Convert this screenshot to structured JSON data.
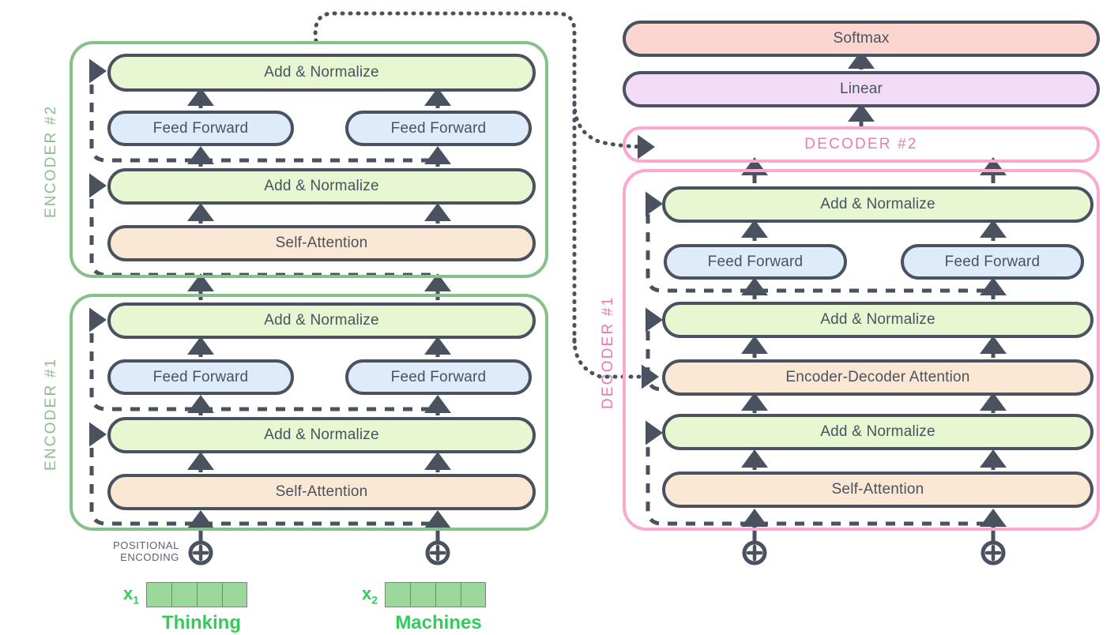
{
  "diagram": {
    "title": "Transformer encoder-decoder architecture",
    "colors": {
      "add_norm_fill": "#e6f7d2",
      "feed_forward_fill": "#ddebfa",
      "attention_fill": "#fbe8d4",
      "softmax_fill": "#fbd6d1",
      "linear_fill": "#f2dcf7",
      "encoder_frame": "#86c18c",
      "decoder_frame": "#fba8d0",
      "decoder_label": "#e87bb0",
      "block_border": "#4a5260",
      "embedding_green": "#33cc5a",
      "embedding_cell": "#9ad99a"
    }
  },
  "encoder_stack": {
    "groups": [
      {
        "label": "ENCODER #2",
        "blocks": [
          {
            "name": "add-normalize",
            "label": "Add & Normalize",
            "kind": "addnorm"
          },
          {
            "name": "feed-forward-left",
            "label": "Feed Forward",
            "kind": "ff"
          },
          {
            "name": "feed-forward-right",
            "label": "Feed Forward",
            "kind": "ff"
          },
          {
            "name": "add-normalize",
            "label": "Add & Normalize",
            "kind": "addnorm"
          },
          {
            "name": "self-attention",
            "label": "Self-Attention",
            "kind": "attn"
          }
        ]
      },
      {
        "label": "ENCODER #1",
        "blocks": [
          {
            "name": "add-normalize",
            "label": "Add & Normalize",
            "kind": "addnorm"
          },
          {
            "name": "feed-forward-left",
            "label": "Feed Forward",
            "kind": "ff"
          },
          {
            "name": "feed-forward-right",
            "label": "Feed Forward",
            "kind": "ff"
          },
          {
            "name": "add-normalize",
            "label": "Add & Normalize",
            "kind": "addnorm"
          },
          {
            "name": "self-attention",
            "label": "Self-Attention",
            "kind": "attn"
          }
        ]
      }
    ]
  },
  "decoder_stack": {
    "output_blocks": [
      {
        "name": "softmax",
        "label": "Softmax",
        "kind": "softmax"
      },
      {
        "name": "linear",
        "label": "Linear",
        "kind": "linear"
      }
    ],
    "decoder2_label": "DECODER #2",
    "decoder1_label": "DECODER #1",
    "decoder1_blocks": [
      {
        "name": "add-normalize",
        "label": "Add & Normalize",
        "kind": "addnorm"
      },
      {
        "name": "feed-forward-left",
        "label": "Feed Forward",
        "kind": "ff"
      },
      {
        "name": "feed-forward-right",
        "label": "Feed Forward",
        "kind": "ff"
      },
      {
        "name": "add-normalize",
        "label": "Add & Normalize",
        "kind": "addnorm"
      },
      {
        "name": "encoder-decoder-attention",
        "label": "Encoder-Decoder Attention",
        "kind": "attn"
      },
      {
        "name": "add-normalize",
        "label": "Add & Normalize",
        "kind": "addnorm"
      },
      {
        "name": "self-attention",
        "label": "Self-Attention",
        "kind": "attn"
      }
    ]
  },
  "encoder_labels": {
    "encoder2": "ENCODER #2",
    "encoder1": "ENCODER #1"
  },
  "encoder_blocks": {
    "e2_addnorm_top": "Add & Normalize",
    "e2_ff_left": "Feed Forward",
    "e2_ff_right": "Feed Forward",
    "e2_addnorm_bottom": "Add & Normalize",
    "e2_selfattn": "Self-Attention",
    "e1_addnorm_top": "Add & Normalize",
    "e1_ff_left": "Feed Forward",
    "e1_ff_right": "Feed Forward",
    "e1_addnorm_bottom": "Add & Normalize",
    "e1_selfattn": "Self-Attention"
  },
  "decoder_blocks": {
    "softmax": "Softmax",
    "linear": "Linear",
    "decoder2": "DECODER #2",
    "decoder1": "DECODER #1",
    "d1_addnorm_top": "Add & Normalize",
    "d1_ff_left": "Feed Forward",
    "d1_ff_right": "Feed Forward",
    "d1_addnorm_mid": "Add & Normalize",
    "d1_encdec_attn": "Encoder-Decoder Attention",
    "d1_addnorm_bottom": "Add & Normalize",
    "d1_selfattn": "Self-Attention"
  },
  "inputs": {
    "positional_encoding_caption": "POSITIONAL\nENCODING",
    "plus_symbol": "+",
    "embeddings": [
      {
        "var": "x",
        "sub": "1",
        "word": "Thinking",
        "cells": 4
      },
      {
        "var": "x",
        "sub": "2",
        "word": "Machines",
        "cells": 4
      }
    ]
  }
}
